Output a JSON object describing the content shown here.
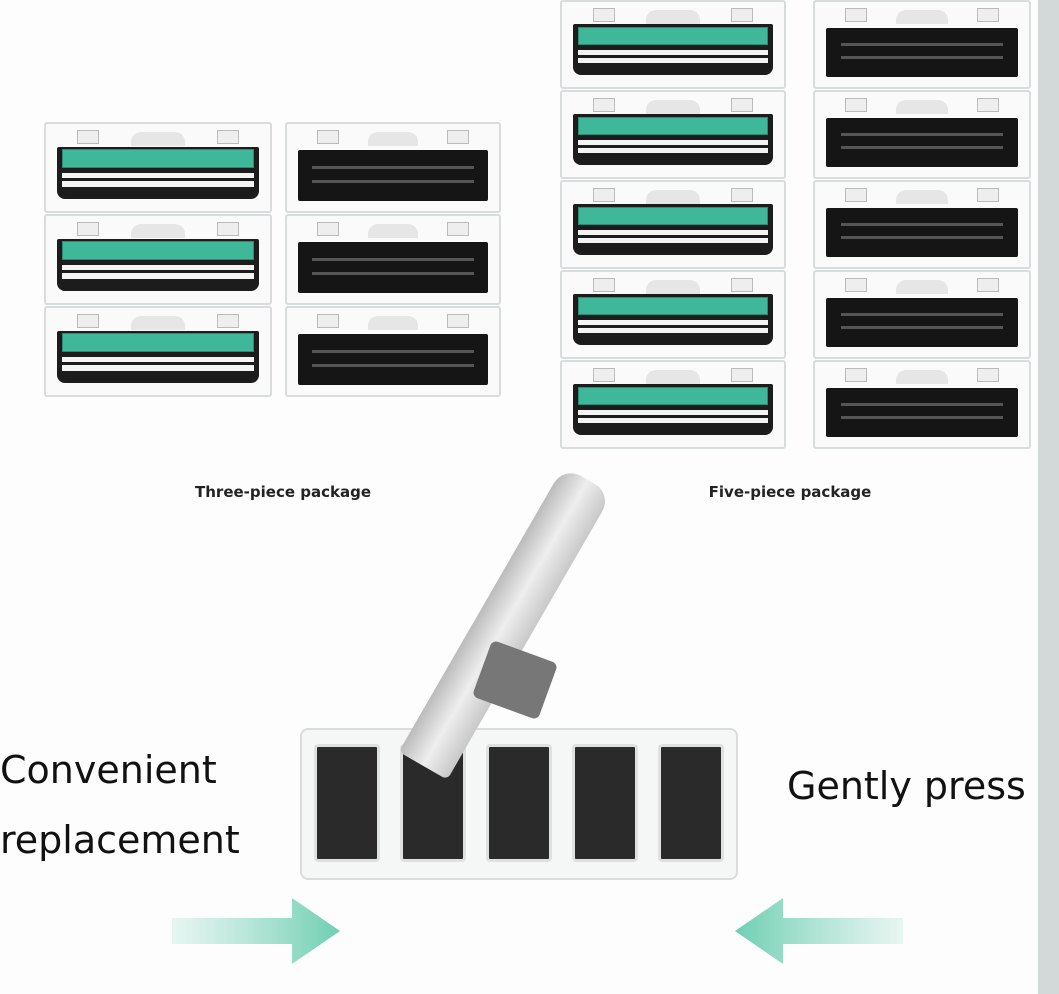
{
  "packages": [
    {
      "label": "Three-piece package",
      "count": 3
    },
    {
      "label": "Five-piece package",
      "count": 5
    }
  ],
  "captions": {
    "left_line1": "Convenient",
    "left_line2": "replacement",
    "right": "Gently press"
  },
  "tray_slots": 5,
  "colors": {
    "accent": "#3fb89a",
    "arrow": "#8fd8c2",
    "cartridge": "#1c1c1c"
  }
}
